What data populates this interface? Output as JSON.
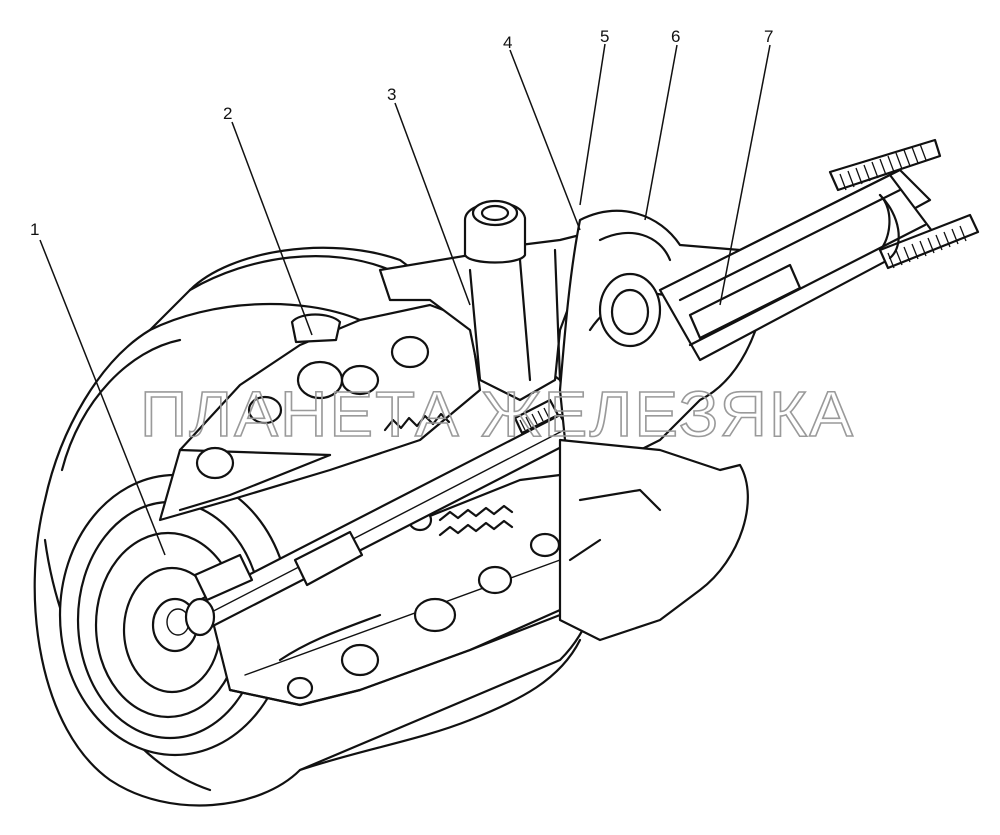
{
  "callouts": [
    {
      "label": "1"
    },
    {
      "label": "2"
    },
    {
      "label": "3"
    },
    {
      "label": "4"
    },
    {
      "label": "5"
    },
    {
      "label": "6"
    },
    {
      "label": "7"
    }
  ],
  "watermark": {
    "text": "ПЛАНЕТА ЖЕЛЕЗЯКА"
  }
}
